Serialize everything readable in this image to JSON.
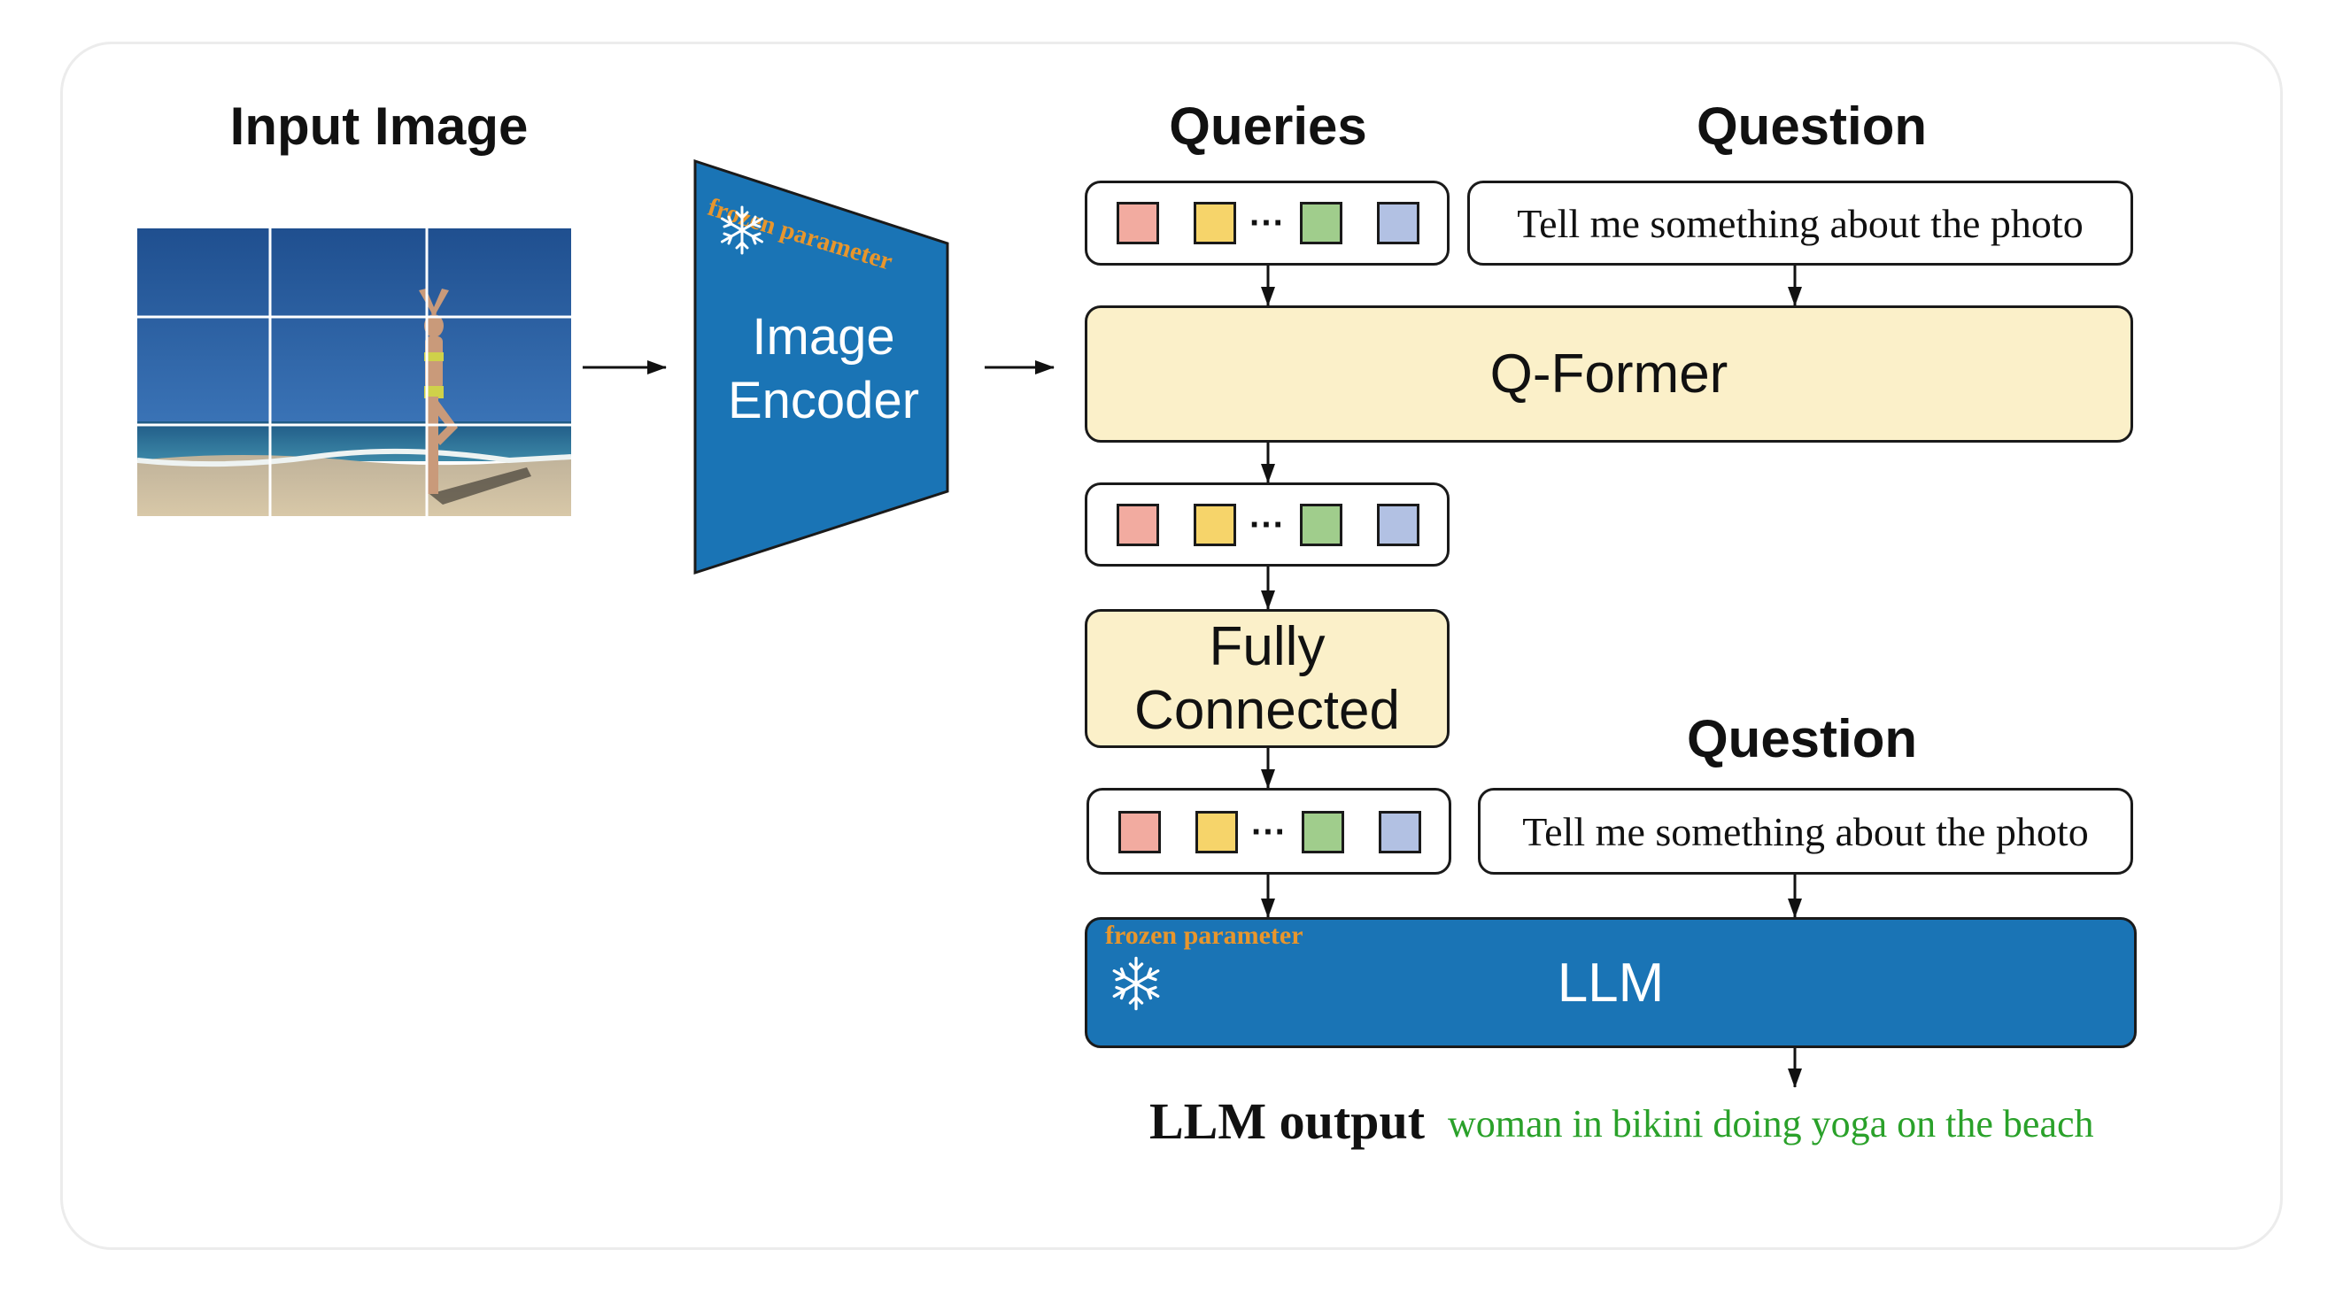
{
  "headings": {
    "input_image": "Input Image",
    "queries": "Queries",
    "question_top": "Question",
    "question_bottom": "Question"
  },
  "image_encoder": {
    "label_line1": "Image",
    "label_line2": "Encoder",
    "frozen_label": "frozen parameter",
    "icon": "snowflake-icon"
  },
  "qformer": {
    "label": "Q-Former"
  },
  "fully_connected": {
    "label_line1": "Fully",
    "label_line2": "Connected"
  },
  "llm": {
    "label": "LLM",
    "frozen_label": "frozen parameter",
    "icon": "snowflake-icon"
  },
  "question_text_top": "Tell me something about the photo",
  "question_text_bottom": "Tell me something about the photo",
  "token_rows": {
    "ellipsis": "···",
    "colors": [
      "#f2aba0",
      "#f6d46a",
      "#a0cd8c",
      "#b2c1e3"
    ]
  },
  "output": {
    "label": "LLM output",
    "text": "woman in bikini doing yoga on the beach",
    "text_color": "#2aa12a"
  },
  "colors": {
    "encoder_blue": "#1a74b5",
    "block_beige": "#fbf0c9",
    "frozen_orange": "#e8962c"
  }
}
